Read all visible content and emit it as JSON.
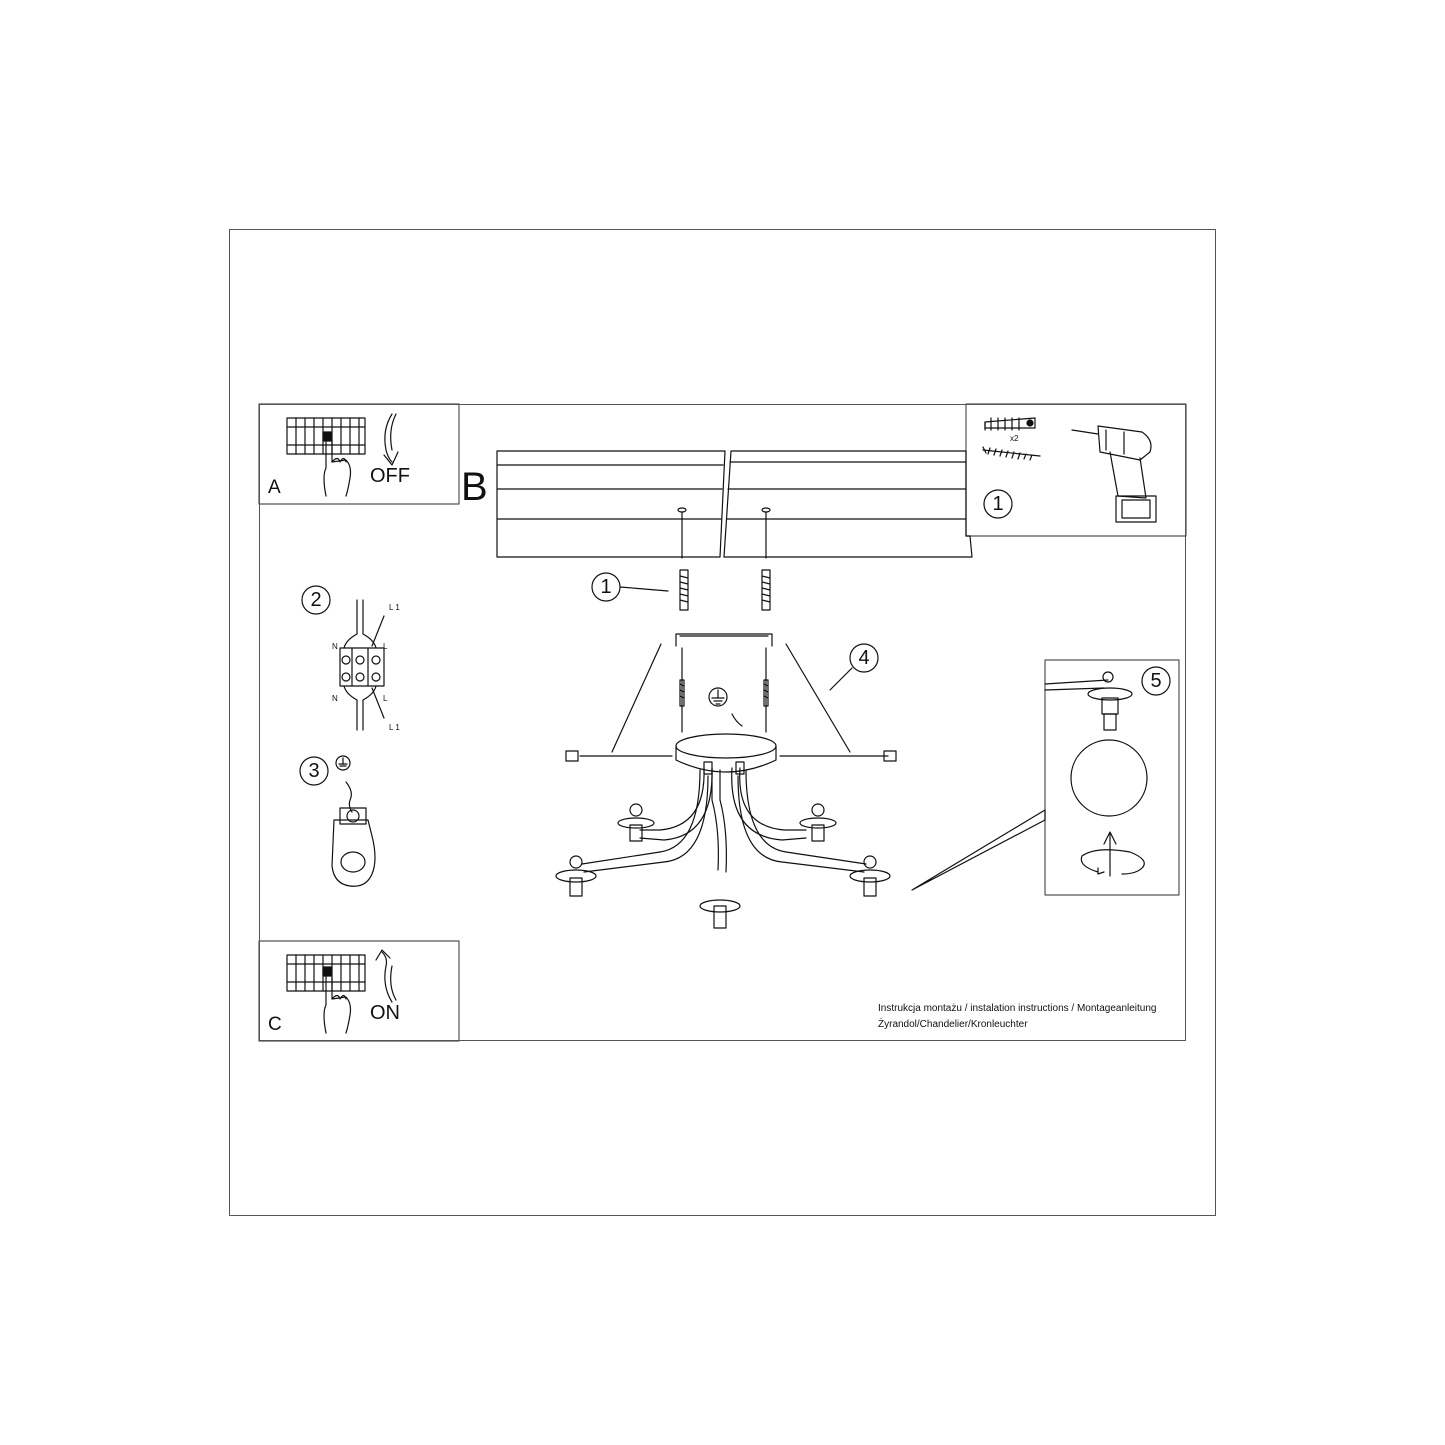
{
  "panels": {
    "a": {
      "letter": "A",
      "state": "OFF"
    },
    "b": {
      "letter": "B"
    },
    "c": {
      "letter": "C",
      "state": "ON"
    }
  },
  "steps": {
    "s1": "1",
    "s2": "2",
    "s3": "3",
    "s4": "4",
    "s5": "5"
  },
  "tools": {
    "anchor_qty": "x2"
  },
  "wiring": {
    "l1": "L 1",
    "n": "N",
    "l": "L"
  },
  "caption": {
    "line1": "Instrukcja montażu / instalation instructions / Montageanleitung",
    "line2": "Żyrandol/Chandelier/Kronleuchter"
  }
}
